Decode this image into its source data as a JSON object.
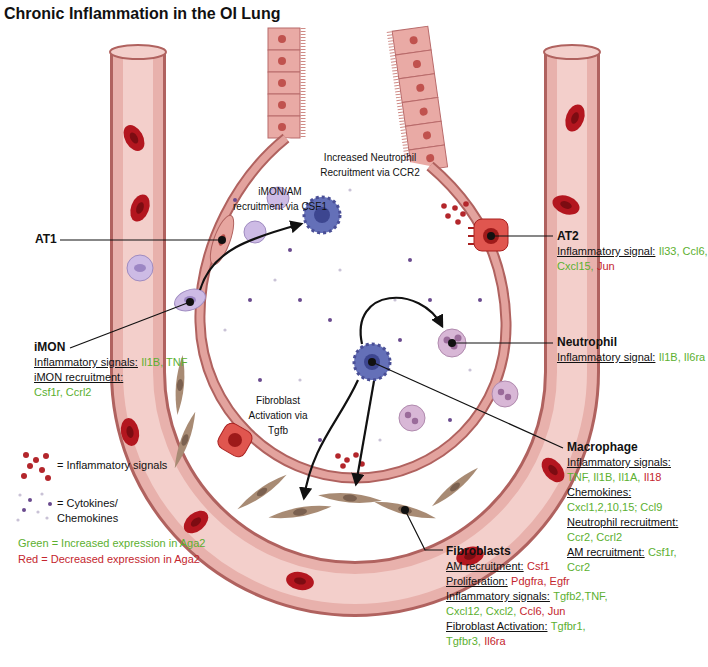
{
  "diagram": {
    "title": "Chronic Inflammation in the OI Lung",
    "labels": [
      "AT1",
      "iMON",
      "Inflammatory signals:",
      "Il1B, TNF",
      "iMON recruitment:",
      "Csf1r, Ccrl2",
      "iMON/AM recruitment via CSF1",
      "Increased Neutrophil Recruitment via CCR2",
      "Fibroblast Activation via Tgfb",
      "AT2",
      "Inflammatory signal:",
      "Il33, Ccl6, Cxcl15,",
      "Jun",
      "Neutrophil",
      "Inflammatory signal:",
      "Il1B, Il6ra",
      "Macrophage",
      "Inflammatory signals:",
      "TNF, Il1B, Il1A,",
      "Il18",
      "Chemokines:",
      "Cxcl1,2,10,15; Ccl9",
      "Neutrophil recruitment:",
      "Ccr2, Ccrl2",
      "AM recruitment:",
      "Csf1r, Ccr2",
      "Fibroblasts",
      "AM recruitment:",
      "Csf1",
      "Proliferation:",
      "Pdgfra, Egfr",
      "Inflammatory signals:",
      "Tgfb2,TNF, Cxcl12, Cxcl2,",
      "Ccl6, Jun",
      "Fibroblast Activation:",
      "Tgfbr1, Tgfbr3,",
      "Il6ra"
    ],
    "legend": [
      {
        "text": "= Inflammatory signals"
      },
      {
        "text": "= Cytokines/ Chemokines"
      },
      {
        "text": "Green = Increased expression in Aga2",
        "color": "#5cb030"
      },
      {
        "text": "Red = Decreased expression in Aga2",
        "color": "#c4262e"
      }
    ]
  }
}
